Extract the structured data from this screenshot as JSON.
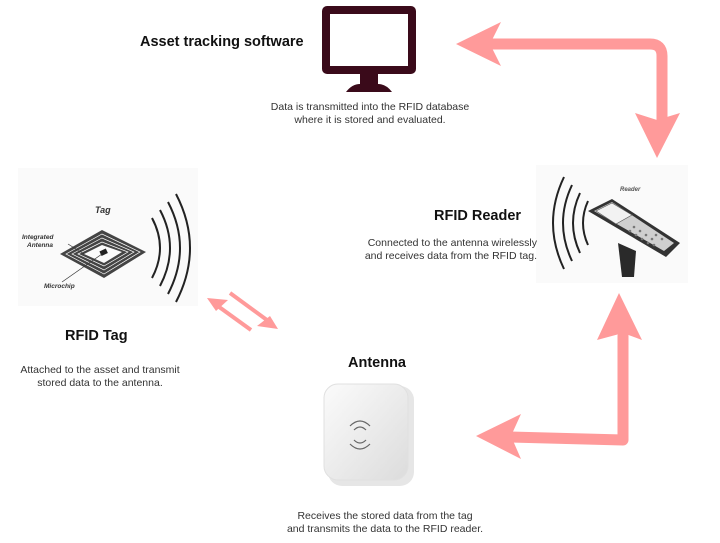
{
  "diagram": {
    "accent_color": "#ff9a9a",
    "monitor_color": "#3a0a1a",
    "nodes": {
      "software": {
        "title": "Asset tracking software",
        "description_lines": [
          "Data is transmitted into the RFID database",
          "where it is stored and evaluated."
        ],
        "icon": "monitor-icon"
      },
      "reader": {
        "title": "RFID Reader",
        "description_lines": [
          "Connected to the antenna wirelessly",
          "and receives data from the RFID tag."
        ],
        "image_label": "Reader",
        "icon": "handheld-reader-icon"
      },
      "tag": {
        "title": "RFID Tag",
        "description_lines": [
          "Attached to the asset and transmit",
          "stored data to the antenna."
        ],
        "image_labels": {
          "tag": "Tag",
          "antenna": [
            "Integrated",
            "Antenna"
          ],
          "chip": "Microchip"
        },
        "icon": "rfid-tag-icon"
      },
      "antenna": {
        "title": "Antenna",
        "description_lines": [
          "Receives the stored data from the tag",
          "and transmits the data to the RFID reader."
        ],
        "icon": "antenna-panel-icon"
      }
    },
    "edges": [
      {
        "from": "software",
        "to": "reader",
        "bidirectional": true
      },
      {
        "from": "reader",
        "to": "antenna",
        "bidirectional": true
      },
      {
        "from": "tag",
        "to": "antenna",
        "bidirectional": true
      }
    ]
  }
}
